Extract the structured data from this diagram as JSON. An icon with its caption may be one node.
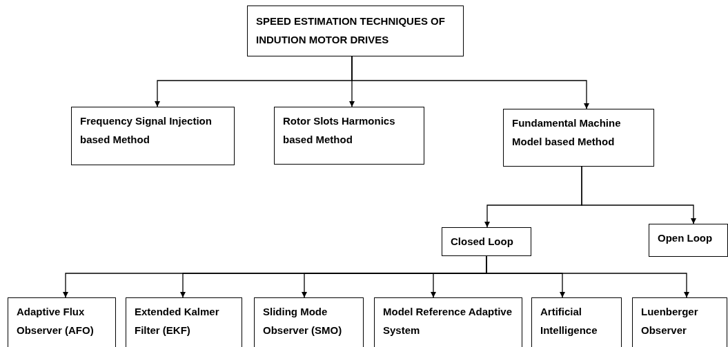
{
  "diagram": {
    "nodes": [
      {
        "text": [
          "SPEED ESTIMATION TECHNIQUES OF INDUTION MOTOR DRIVES"
        ]
      },
      {
        "text": [
          "Frequency Signal Injection based Method"
        ]
      },
      {
        "text": [
          "Rotor Slots Harmonics based Method"
        ]
      },
      {
        "text": [
          "Fundamental Machine Model based Method"
        ]
      },
      {
        "text": [
          "Closed Loop"
        ]
      },
      {
        "text": [
          "Open Loop"
        ]
      },
      {
        "text": [
          "Adaptive Flux Observer (AFO)"
        ]
      },
      {
        "text": [
          "Extended Kalmer Filter (EKF)"
        ]
      },
      {
        "text": [
          "Sliding Mode Observer (SMO)"
        ]
      },
      {
        "text": [
          "Model Reference Adaptive System"
        ]
      },
      {
        "text": [
          "Artificial Intelligence"
        ]
      },
      {
        "text": [
          "Luenberger Observer"
        ]
      }
    ],
    "edges": [
      {
        "from": 0,
        "to": 1,
        "arrow": "to"
      },
      {
        "from": 0,
        "to": 2,
        "arrow": "to"
      },
      {
        "from": 0,
        "to": 3,
        "arrow": "to"
      },
      {
        "from": 3,
        "to": 4,
        "arrow": "to"
      },
      {
        "from": 3,
        "to": 5,
        "arrow": "to"
      },
      {
        "from": 4,
        "to": 6,
        "arrow": "to"
      },
      {
        "from": 4,
        "to": 7,
        "arrow": "to"
      },
      {
        "from": 4,
        "to": 8,
        "arrow": "to"
      },
      {
        "from": 4,
        "to": 9,
        "arrow": "to"
      },
      {
        "from": 4,
        "to": 10,
        "arrow": "to"
      },
      {
        "from": 4,
        "to": 11,
        "arrow": "to"
      }
    ]
  }
}
